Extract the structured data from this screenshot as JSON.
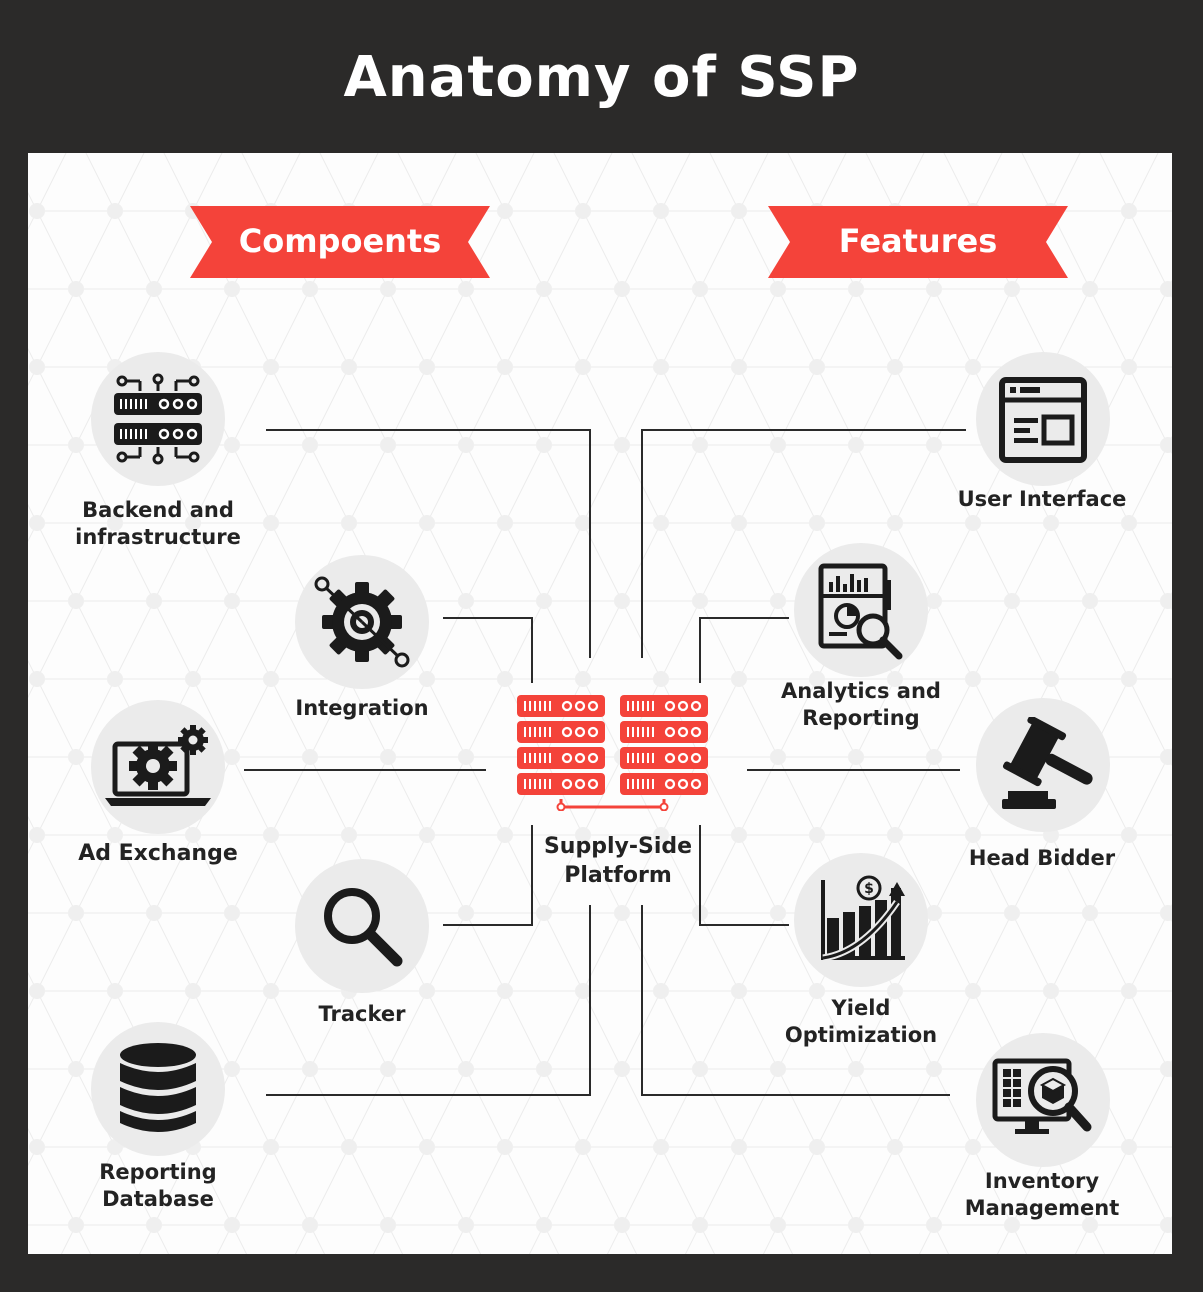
{
  "title": "Anatomy of SSP",
  "banners": {
    "left": "Compoents",
    "right": "Features"
  },
  "center": {
    "label_line1": "Supply-Side",
    "label_line2": "Platform",
    "icon": "server-rack-icon"
  },
  "components": [
    {
      "line1": "Backend and",
      "line2": "infrastructure",
      "icon": "server-circuit-icon"
    },
    {
      "line1": "Integration",
      "line2": "",
      "icon": "gear-network-icon"
    },
    {
      "line1": "Ad Exchange",
      "line2": "",
      "icon": "laptop-gears-icon"
    },
    {
      "line1": "Tracker",
      "line2": "",
      "icon": "magnifier-icon"
    },
    {
      "line1": "Reporting",
      "line2": "Database",
      "icon": "database-icon"
    }
  ],
  "features": [
    {
      "line1": "User Interface",
      "line2": "",
      "icon": "browser-window-icon"
    },
    {
      "line1": "Analytics and",
      "line2": "Reporting",
      "icon": "analytics-report-icon"
    },
    {
      "line1": "Head Bidder",
      "line2": "",
      "icon": "gavel-icon"
    },
    {
      "line1": "Yield",
      "line2": "Optimization",
      "icon": "yield-chart-icon"
    },
    {
      "line1": "Inventory",
      "line2": "Management",
      "icon": "inventory-monitor-icon"
    }
  ],
  "colors": {
    "accent": "#f4433a",
    "dark": "#2b2a29",
    "circle": "#ebebeb",
    "text": "#232323"
  }
}
